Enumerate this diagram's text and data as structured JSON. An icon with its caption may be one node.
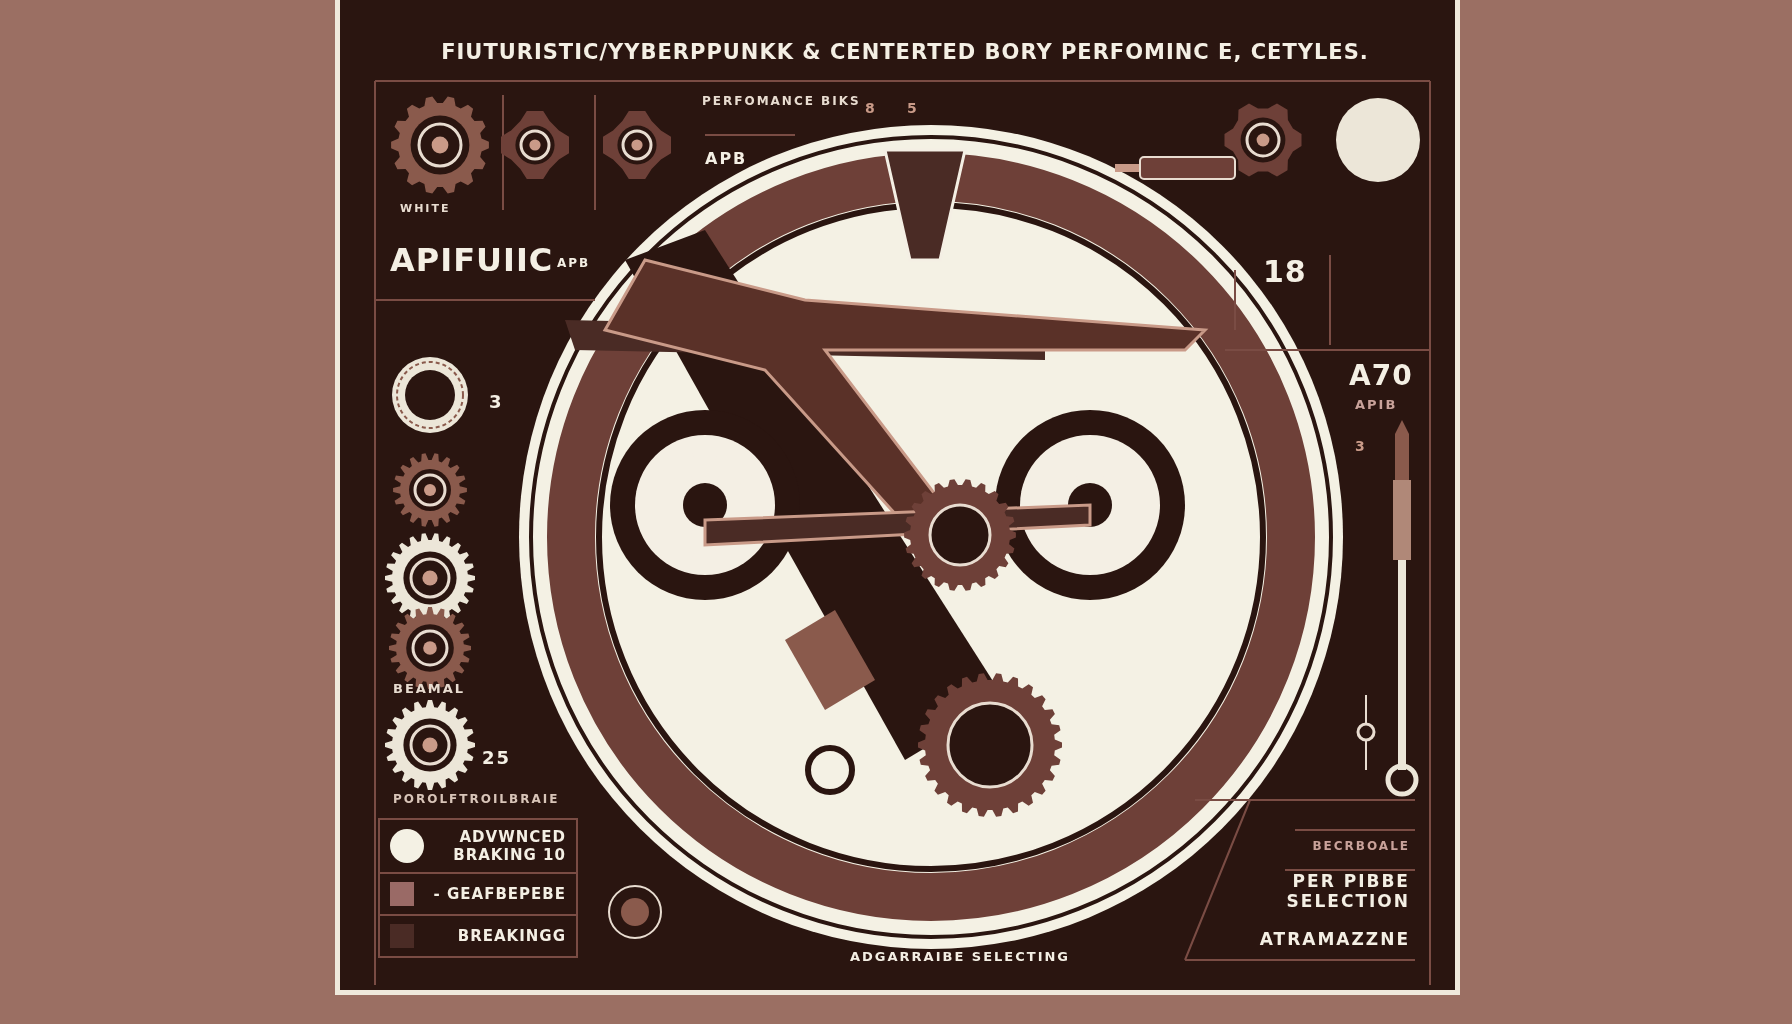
{
  "diagram": {
    "title": "FIUTURISTIC/YYBERPPUNKK & CENTERTED BORY PERFOMINC E, CETYLES.",
    "labels": [
      "WHITE",
      "PERFOMANCE BIKS",
      "8",
      "5",
      "APB",
      "APIFUIIC",
      "APB",
      "18",
      "3",
      "A70",
      "APIB",
      "3",
      "BEAMAL",
      "25",
      "POROLFTROILBRAIE",
      "BECRBOALE",
      "ADGARRAIBE SELECTING",
      "PER PIBBE SELECTION",
      "ATRAMAZZNE"
    ],
    "legend": [
      {
        "text": "ADVWNCED BRAKING 10",
        "color": "#f4f1e4"
      },
      {
        "text": "- GEAFBEPEBE",
        "color": "#9a6a66"
      },
      {
        "text": "BREAKINGG",
        "color": "#4a2b25"
      }
    ]
  }
}
